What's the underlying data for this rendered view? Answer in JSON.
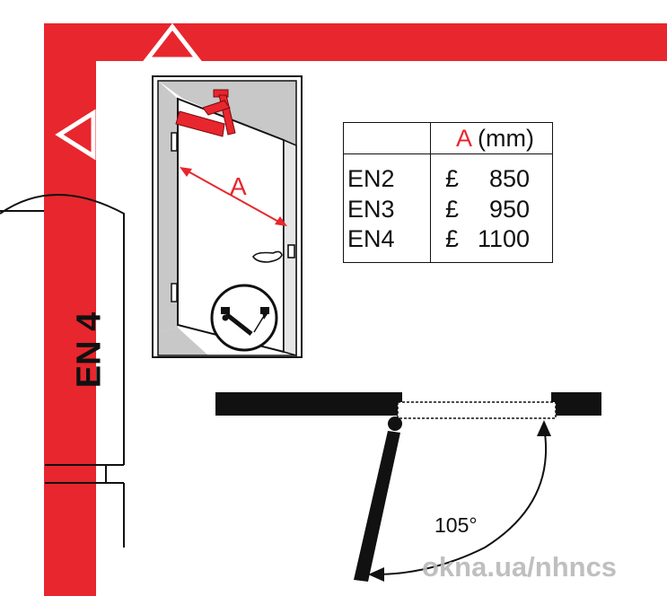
{
  "brand": {
    "accent": "#e8262d",
    "ink": "#111111",
    "shadow": "#c8c8c8"
  },
  "side_label": "EN 4",
  "dimension_label": "A",
  "spec_table": {
    "header": {
      "letter": "A",
      "unit": "(mm)"
    },
    "rows": [
      {
        "class": "EN2",
        "symbol": "£",
        "value": "850"
      },
      {
        "class": "EN3",
        "symbol": "£",
        "value": "950"
      },
      {
        "class": "EN4",
        "symbol": "£",
        "value": "1100"
      }
    ]
  },
  "opening_angle": "105°",
  "watermark": "okna.ua/nhncs",
  "icons": [
    "warning-triangle-icon",
    "door-closer-arm-icon",
    "door-handle-icon",
    "closer-mounting-icon",
    "angle-arrow-icon"
  ]
}
